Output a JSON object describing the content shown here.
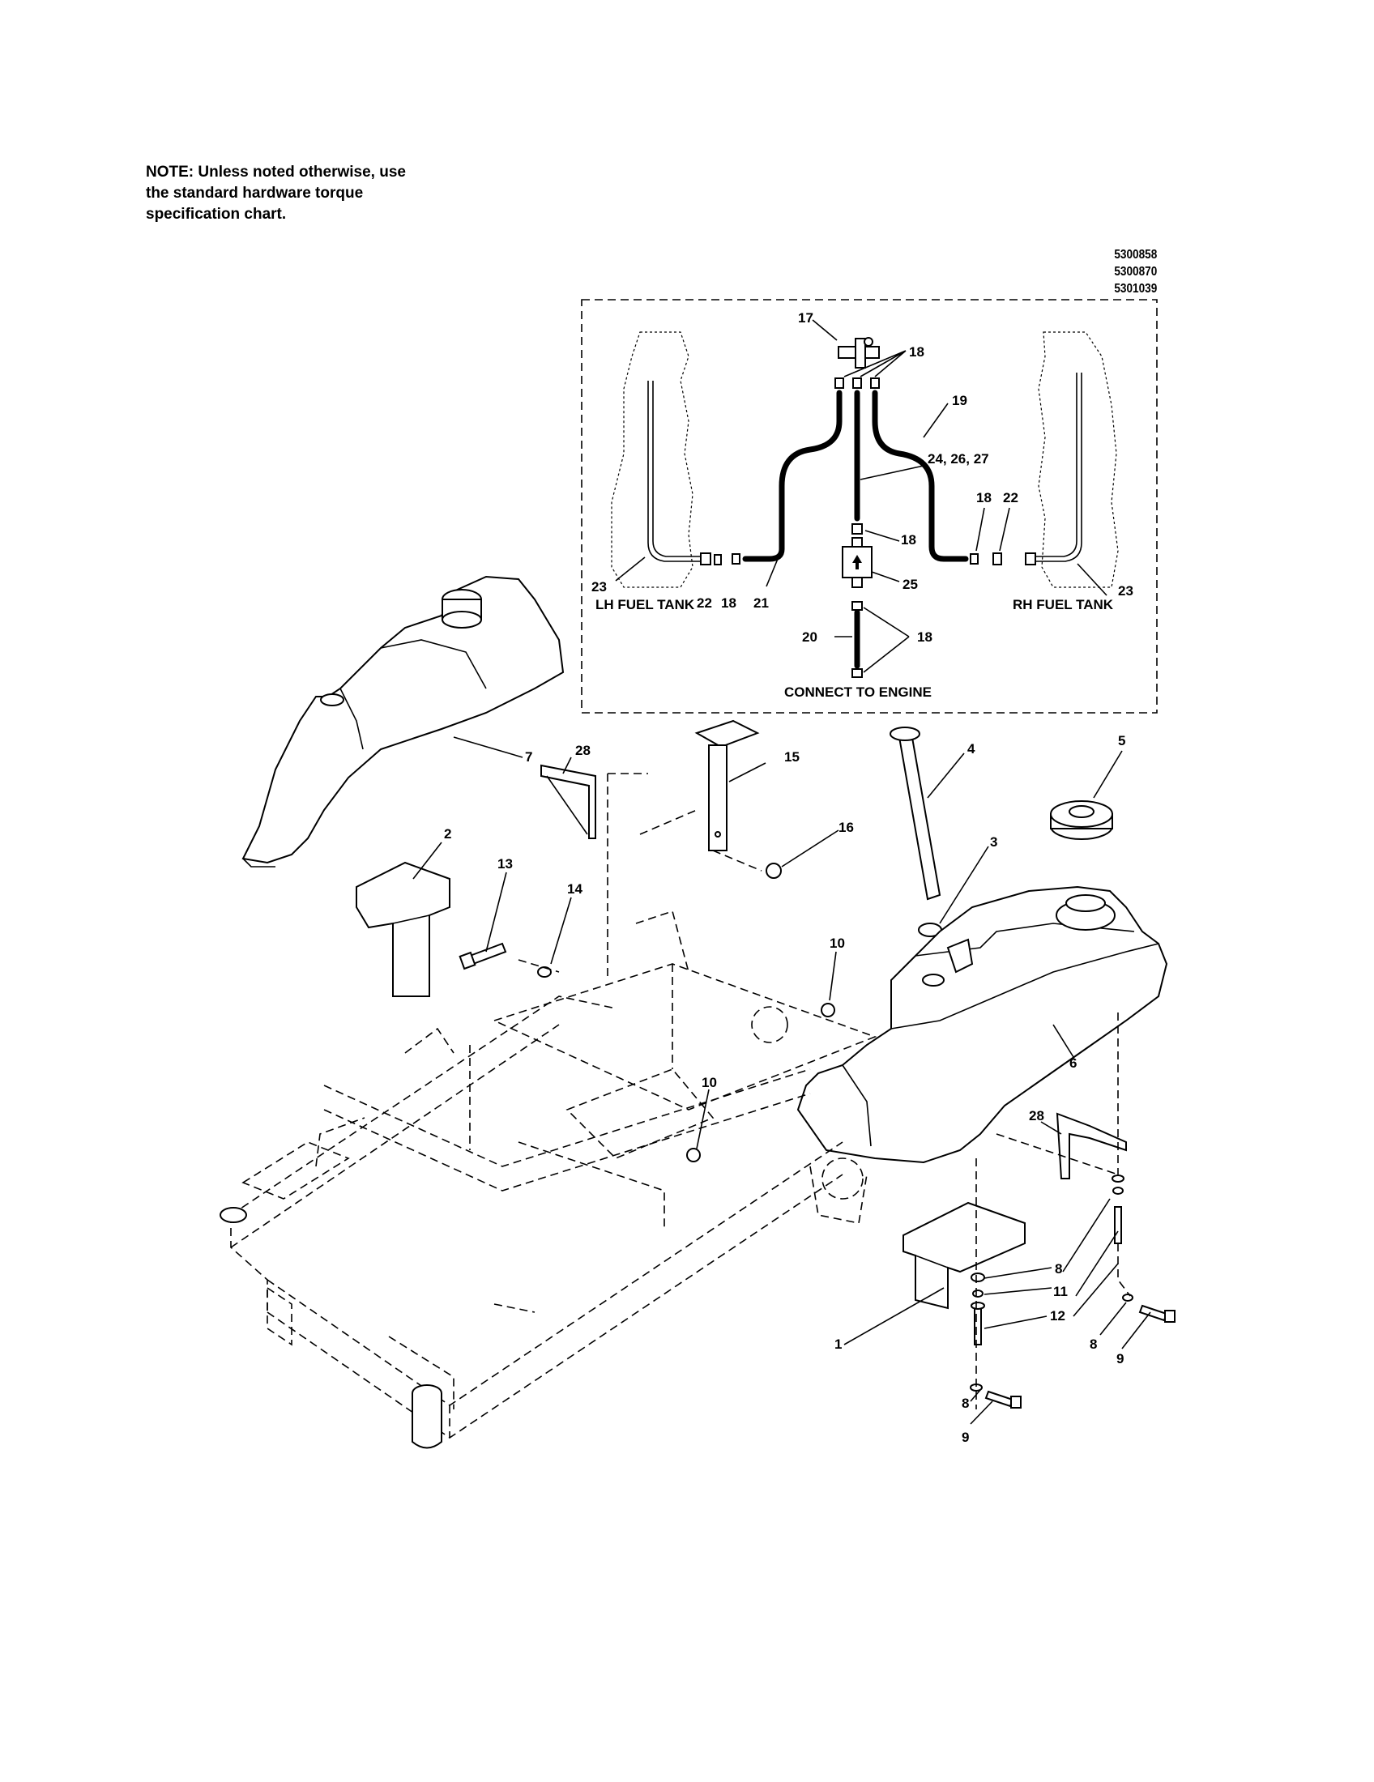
{
  "note": {
    "line1": "NOTE: Unless noted otherwise, use",
    "line2": "the standard hardware torque",
    "line3": "specification chart."
  },
  "part_numbers": [
    "5300858",
    "5300870",
    "5301039"
  ],
  "inset": {
    "lh_caption": "LH FUEL TANK",
    "rh_caption": "RH FUEL TANK",
    "engine_caption": "CONNECT TO ENGINE"
  },
  "callouts": {
    "c17": "17",
    "c18a": "18",
    "c19": "19",
    "c24": "24, 26, 27",
    "c18b": "18",
    "c18c": "18",
    "c22r": "22",
    "c25": "25",
    "c23l": "23",
    "c22l": "22",
    "c18l": "18",
    "c21": "21",
    "c23r": "23",
    "c20": "20",
    "c18d": "18",
    "c7": "7",
    "c28a": "28",
    "c15": "15",
    "c4": "4",
    "c5": "5",
    "c16": "16",
    "c3": "3",
    "c2": "2",
    "c13": "13",
    "c14": "14",
    "c10a": "10",
    "c6": "6",
    "c10b": "10",
    "c28b": "28",
    "c8a": "8",
    "c11": "11",
    "c12": "12",
    "c1": "1",
    "c8b": "8",
    "c9a": "9",
    "c8c": "8",
    "c9b": "9"
  }
}
